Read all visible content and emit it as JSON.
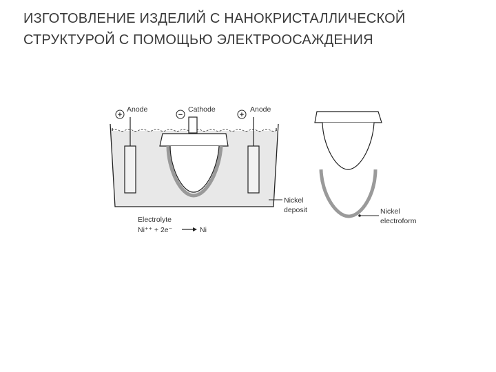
{
  "title": {
    "line1": "ИЗГОТОВЛЕНИЕ ИЗДЕЛИЙ С НАНОКРИСТАЛЛИЧЕСКОЙ",
    "line2": "СТРУКТУРОЙ С ПОМОЩЬЮ ЭЛЕКТРООСАЖДЕНИЯ"
  },
  "diagram": {
    "anode_left": {
      "sign": "+",
      "label": "Anode"
    },
    "cathode": {
      "sign": "−",
      "label": "Cathode"
    },
    "anode_right": {
      "sign": "+",
      "label": "Anode"
    },
    "deposit_label": {
      "line1": "Nickel",
      "line2": "deposit"
    },
    "electrolyte_label": "Electrolyte",
    "reaction": {
      "left": "Ni⁺⁺ + 2e⁻",
      "right": "Ni"
    },
    "electroform_label": {
      "line1": "Nickel",
      "line2": "electroform"
    }
  },
  "colors": {
    "title": "#3a3a3a",
    "line": "#222222",
    "deposit": "#9a9a9a",
    "tank": "#e6e6e6"
  }
}
